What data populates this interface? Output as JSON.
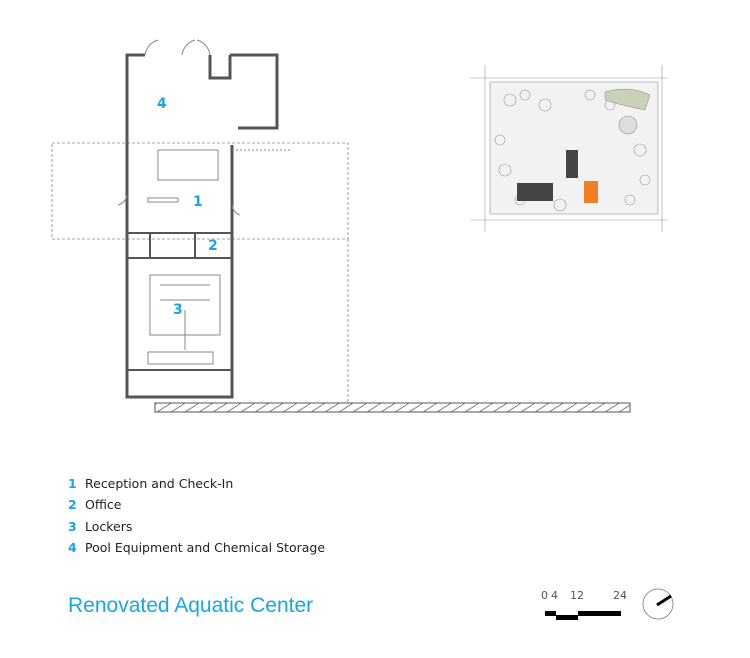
{
  "title": "Renovated Aquatic Center",
  "legend": [
    {
      "num": "1",
      "label": "Reception and Check-In"
    },
    {
      "num": "2",
      "label": "Office"
    },
    {
      "num": "3",
      "label": "Lockers"
    },
    {
      "num": "4",
      "label": "Pool Equipment and Chemical Storage"
    }
  ],
  "scale": {
    "labels": [
      "0",
      "4",
      "12",
      "24"
    ]
  },
  "icons": {
    "north": "north-arrow-icon"
  },
  "colors": {
    "accent": "#1aa6df",
    "highlight": "#f07f23",
    "building": "#444444"
  }
}
